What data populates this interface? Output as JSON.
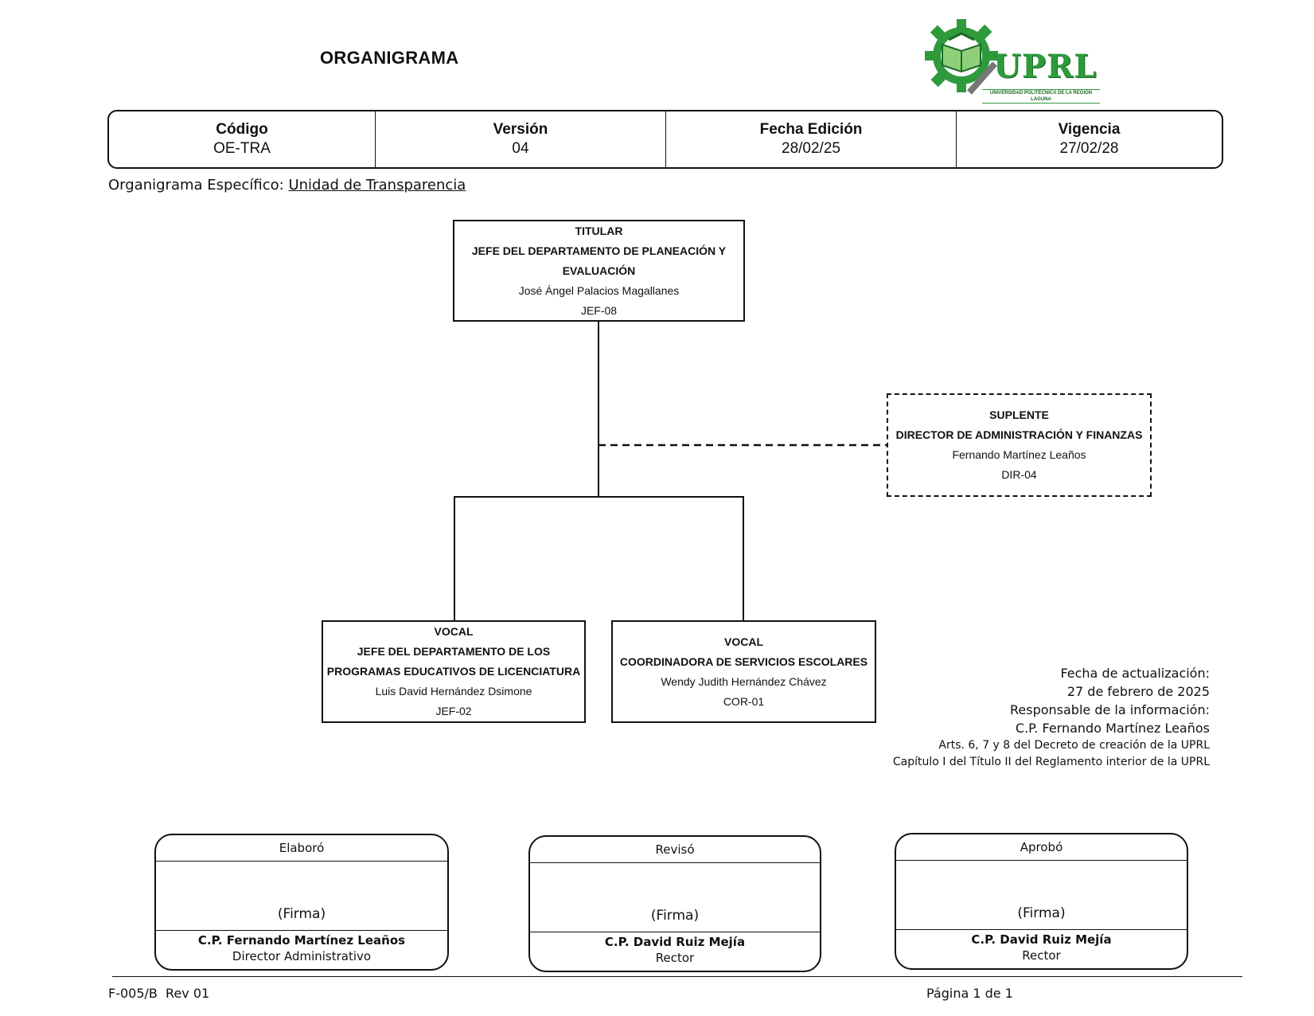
{
  "header": {
    "title": "ORGANIGRAMA",
    "logo": {
      "icon": "gear-book-logo-icon",
      "text": "UPRL",
      "subtitle": "UNIVERSIDAD POLITÉCNICA DE LA REGIÓN LAGUNA",
      "color": "#2e9a3c"
    }
  },
  "info_table": [
    {
      "label": "Código",
      "value": "OE-TRA"
    },
    {
      "label": "Versión",
      "value": "04"
    },
    {
      "label": "Fecha Edición",
      "value": "28/02/25"
    },
    {
      "label": "Vigencia",
      "value": "27/02/28"
    }
  ],
  "specific": {
    "prefix": "Organigrama Específico:",
    "unit": "Unidad de Transparencia"
  },
  "org": {
    "titular": {
      "role": "TITULAR",
      "position": "JEFE DEL DEPARTAMENTO DE PLANEACIÓN Y\nEVALUACIÓN",
      "name": "José Ángel Palacios Magallanes",
      "code": "JEF-08"
    },
    "suplente": {
      "role": "SUPLENTE",
      "position": "DIRECTOR DE ADMINISTRACIÓN Y FINANZAS",
      "name": "Fernando Martínez Leaños",
      "code": "DIR-04"
    },
    "vocal_1": {
      "role": "VOCAL",
      "position": "JEFE DEL DEPARTAMENTO DE LOS\nPROGRAMAS EDUCATIVOS DE LICENCIATURA",
      "name": "Luis David Hernández Dsimone",
      "code": "JEF-02"
    },
    "vocal_2": {
      "role": "VOCAL",
      "position": "COORDINADORA DE SERVICIOS ESCOLARES",
      "name": "Wendy Judith Hernández Chávez",
      "code": "COR-01"
    }
  },
  "update_info": {
    "date_label": "Fecha de actualización:",
    "date_value": "27 de febrero de 2025",
    "responsible_label": "Responsable de la información:",
    "responsible_name": "C.P. Fernando Martínez Leaños",
    "legal_1": "Arts. 6, 7 y 8 del Decreto de creación de la UPRL",
    "legal_2": "Capítulo I del Título II del Reglamento interior de la UPRL"
  },
  "signatures": [
    {
      "header": "Elaboró",
      "firma": "(Firma)",
      "name": "C.P. Fernando Martínez Leaños",
      "role": "Director Administrativo"
    },
    {
      "header": "Revisó",
      "firma": "(Firma)",
      "name": "C.P. David Ruiz Mejía",
      "role": "Rector"
    },
    {
      "header": "Aprobó",
      "firma": "(Firma)",
      "name": "C.P. David Ruiz Mejía",
      "role": "Rector"
    }
  ],
  "footer": {
    "form_code": "F-005/B  Rev 01",
    "page": "Página 1 de 1"
  }
}
